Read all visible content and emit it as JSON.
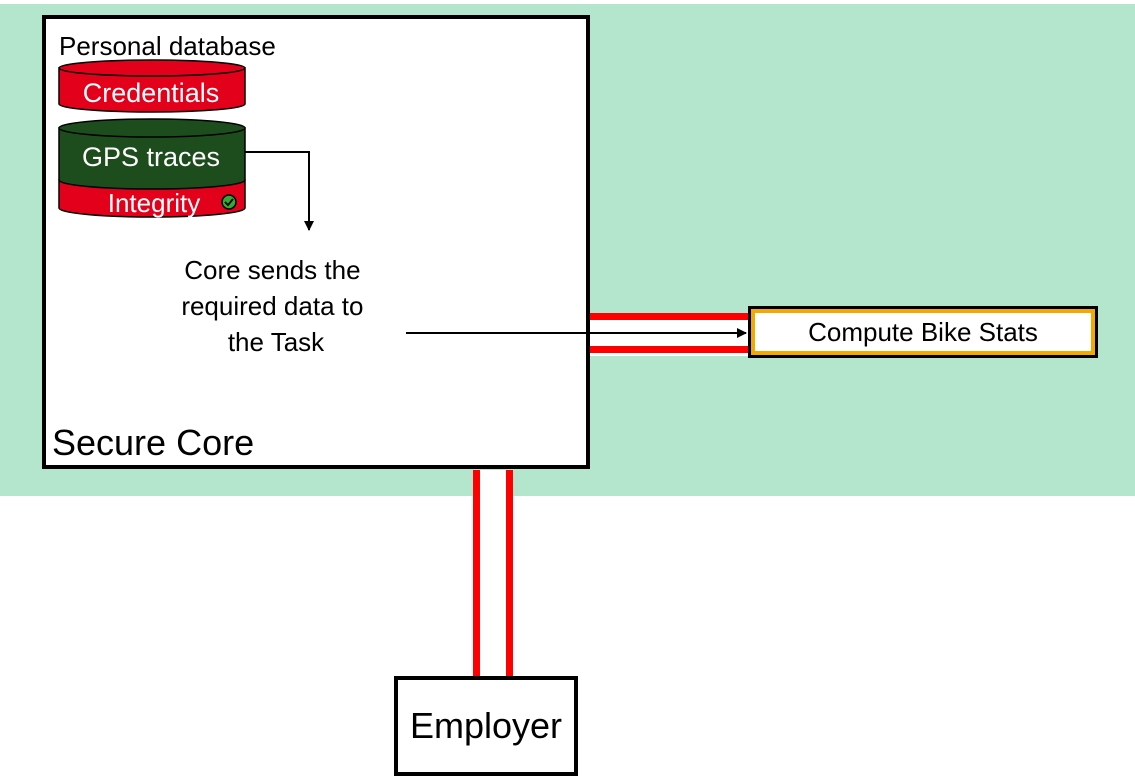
{
  "diagram": {
    "core": {
      "title": "Secure Core"
    },
    "database": {
      "title": "Personal database",
      "credentials_label": "Credentials",
      "gps_label": "GPS traces",
      "integrity_label": "Integrity",
      "integrity_icon": "check-circle-icon"
    },
    "annotation": {
      "lines": [
        "Core sends the",
        "required data to",
        "the Task"
      ]
    },
    "task": {
      "label": "Compute Bike Stats"
    },
    "employer": {
      "label": "Employer"
    },
    "colors": {
      "zone_background": "#b3e6cc",
      "channel_red": "#ff0000",
      "db_red": "#e3001b",
      "db_green": "#1d4d1d",
      "task_border": "#f2a900",
      "check_green": "#33aa33"
    }
  }
}
